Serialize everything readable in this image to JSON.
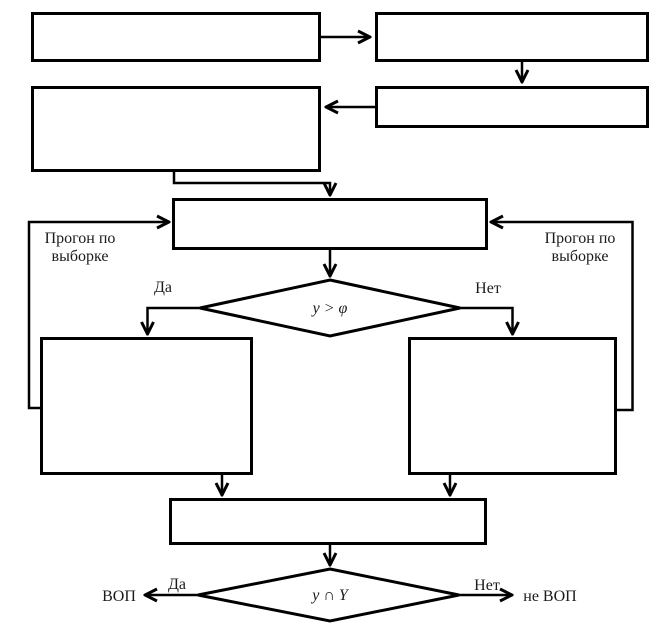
{
  "diagram": {
    "type": "flowchart",
    "language": "ru",
    "colors": {
      "line": "#000000",
      "text": "#1b1b1b",
      "background": "#ffffff"
    },
    "labels": {
      "branch_yes": "Да",
      "branch_no": "Нет",
      "loop_left": [
        "Прогон по",
        "выборке"
      ],
      "loop_right": [
        "Прогон по",
        "выборке"
      ],
      "decision_threshold": "y > φ",
      "decision_membership": "y ∩ Y",
      "outcome_positive": "ВОП",
      "outcome_negative": "не ВОП"
    }
  }
}
